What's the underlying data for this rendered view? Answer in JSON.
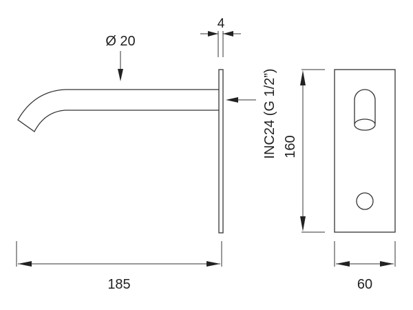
{
  "dimensions": {
    "diameter": "Ø 20",
    "plate_thickness": "4",
    "connection": "INC24 (G 1/2”)",
    "height": "160",
    "projection": "185",
    "width": "60"
  }
}
